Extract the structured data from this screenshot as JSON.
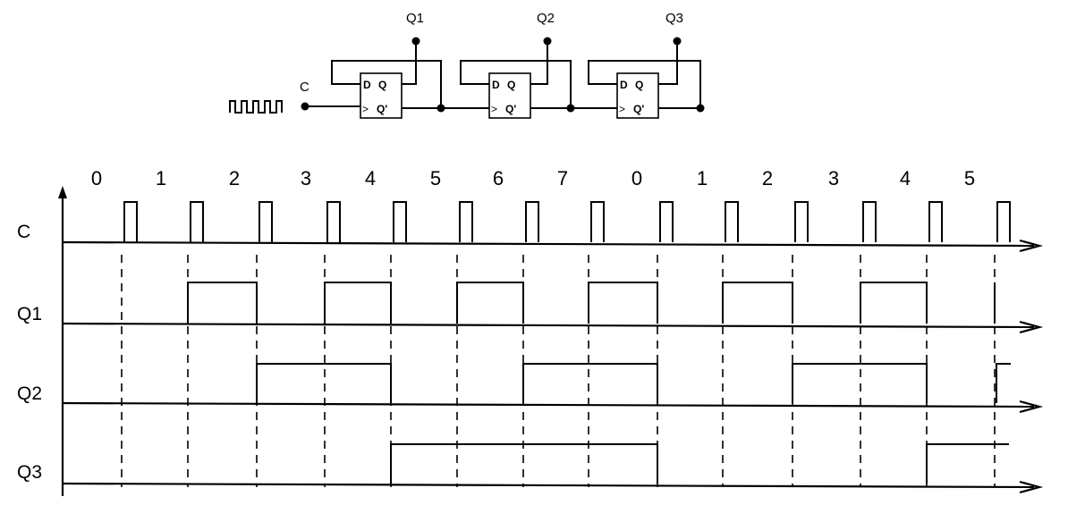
{
  "circuit": {
    "clock_label": "C",
    "flipflops": [
      {
        "d_label": "D",
        "q_label": "Q",
        "clk_label": ">",
        "qbar_label": "Q'",
        "output_label": "Q1"
      },
      {
        "d_label": "D",
        "q_label": "Q",
        "clk_label": ">",
        "qbar_label": "Q'",
        "output_label": "Q2"
      },
      {
        "d_label": "D",
        "q_label": "Q",
        "clk_label": ">",
        "qbar_label": "Q'",
        "output_label": "Q3"
      }
    ]
  },
  "timing": {
    "count_labels": [
      "0",
      "1",
      "2",
      "3",
      "4",
      "5",
      "6",
      "7",
      "0",
      "1",
      "2",
      "3",
      "4",
      "5"
    ],
    "signals": [
      {
        "name": "C"
      },
      {
        "name": "Q1",
        "levels": [
          0,
          1,
          0,
          1,
          0,
          1,
          0,
          1,
          0,
          1,
          0,
          1,
          0,
          1
        ],
        "trailing": "none"
      },
      {
        "name": "Q2",
        "levels": [
          0,
          0,
          1,
          1,
          0,
          0,
          1,
          1,
          0,
          0,
          1,
          1,
          0,
          0
        ],
        "trailing": "rise"
      },
      {
        "name": "Q3",
        "levels": [
          0,
          0,
          0,
          0,
          1,
          1,
          1,
          1,
          0,
          0,
          0,
          0,
          1,
          1
        ],
        "trailing": "hold"
      }
    ]
  }
}
